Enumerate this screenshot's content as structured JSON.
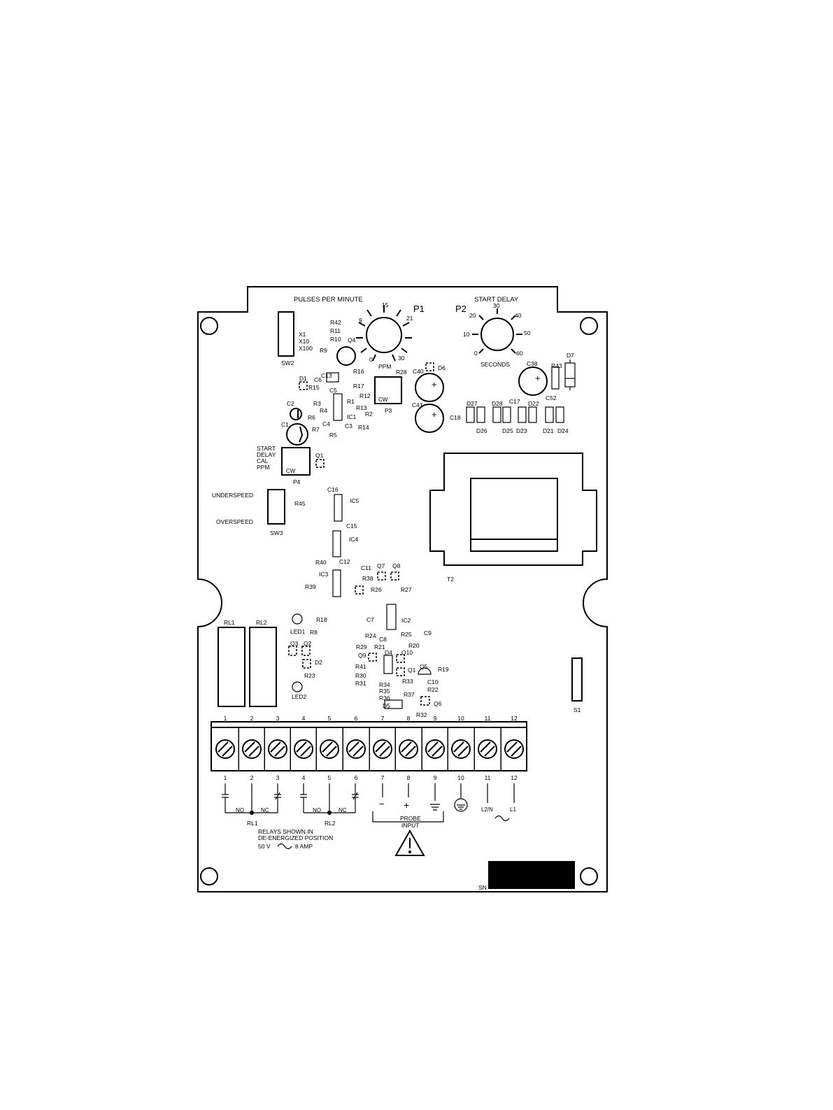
{
  "dial_p1": {
    "title": "PULSES PER MINUTE",
    "label": "P1",
    "ticks": [
      "9",
      "15",
      "21",
      "0",
      "30"
    ],
    "unit": "PPM"
  },
  "dial_p2": {
    "title": "START DELAY",
    "label": "P2",
    "ticks": [
      "20",
      "30",
      "40",
      "10",
      "50",
      "0",
      "60"
    ],
    "unit": "SECONDS"
  },
  "sw2": {
    "label": "SW2",
    "options": [
      "X1",
      "X10",
      "X100"
    ]
  },
  "sw3": {
    "label": "SW3",
    "top": "UNDERSPEED",
    "bottom": "OVERSPEED"
  },
  "p3": {
    "label": "P3",
    "mark": "CW"
  },
  "p4": {
    "label": "P4",
    "mark": "CW",
    "caption": [
      "START",
      "DELAY",
      "CAL",
      "PPM"
    ]
  },
  "transformer": {
    "label": "T2"
  },
  "relays": [
    "RL1",
    "RL2"
  ],
  "switch_s1": "S1",
  "components": [
    "R42",
    "R11",
    "R10",
    "R9",
    "Q4",
    "R16",
    "R17",
    "C13",
    "D1",
    "C6",
    "R15",
    "C5",
    "R1",
    "R12",
    "R13",
    "R2",
    "IC1",
    "C3",
    "R14",
    "R3",
    "R4",
    "R6",
    "C4",
    "R7",
    "R5",
    "C2",
    "C1",
    "R28",
    "C40",
    "D6",
    "C41",
    "C38",
    "R43",
    "D7",
    "C52",
    "D27",
    "D28",
    "C17",
    "D22",
    "C18",
    "D26",
    "D25",
    "D23",
    "D21",
    "D24",
    "Q1",
    "C16",
    "IC5",
    "R45",
    "C15",
    "IC4",
    "R40",
    "C12",
    "C11",
    "Q7",
    "Q8",
    "IC3",
    "R38",
    "R39",
    "R26",
    "R27",
    "C7",
    "IC2",
    "R18",
    "R8",
    "LED1",
    "Q3",
    "Q2",
    "D2",
    "R23",
    "LED2",
    "R24",
    "C8",
    "R25",
    "C9",
    "R29",
    "R21",
    "R20",
    "Q9",
    "D4",
    "Q10",
    "Q1",
    "Q5",
    "R19",
    "R41",
    "R30",
    "R31",
    "R34",
    "R35",
    "R36",
    "R33",
    "C10",
    "R22",
    "R37",
    "D5",
    "Q6",
    "R32"
  ],
  "terminals": [
    "1",
    "2",
    "3",
    "4",
    "5",
    "6",
    "7",
    "8",
    "9",
    "10",
    "11",
    "12"
  ],
  "wiring": {
    "no": "NO",
    "nc": "NC",
    "minus": "−",
    "plus": "+",
    "l2n": "L2/N",
    "l1": "L1",
    "probe": [
      "PROBE",
      "INPUT"
    ],
    "relay_note": [
      "RELAYS SHOWN IN",
      "DE-ENERGIZED POSITION"
    ],
    "rating_voltage": "50 V",
    "rating_current": "8 AMP"
  },
  "serial_label": "SN"
}
